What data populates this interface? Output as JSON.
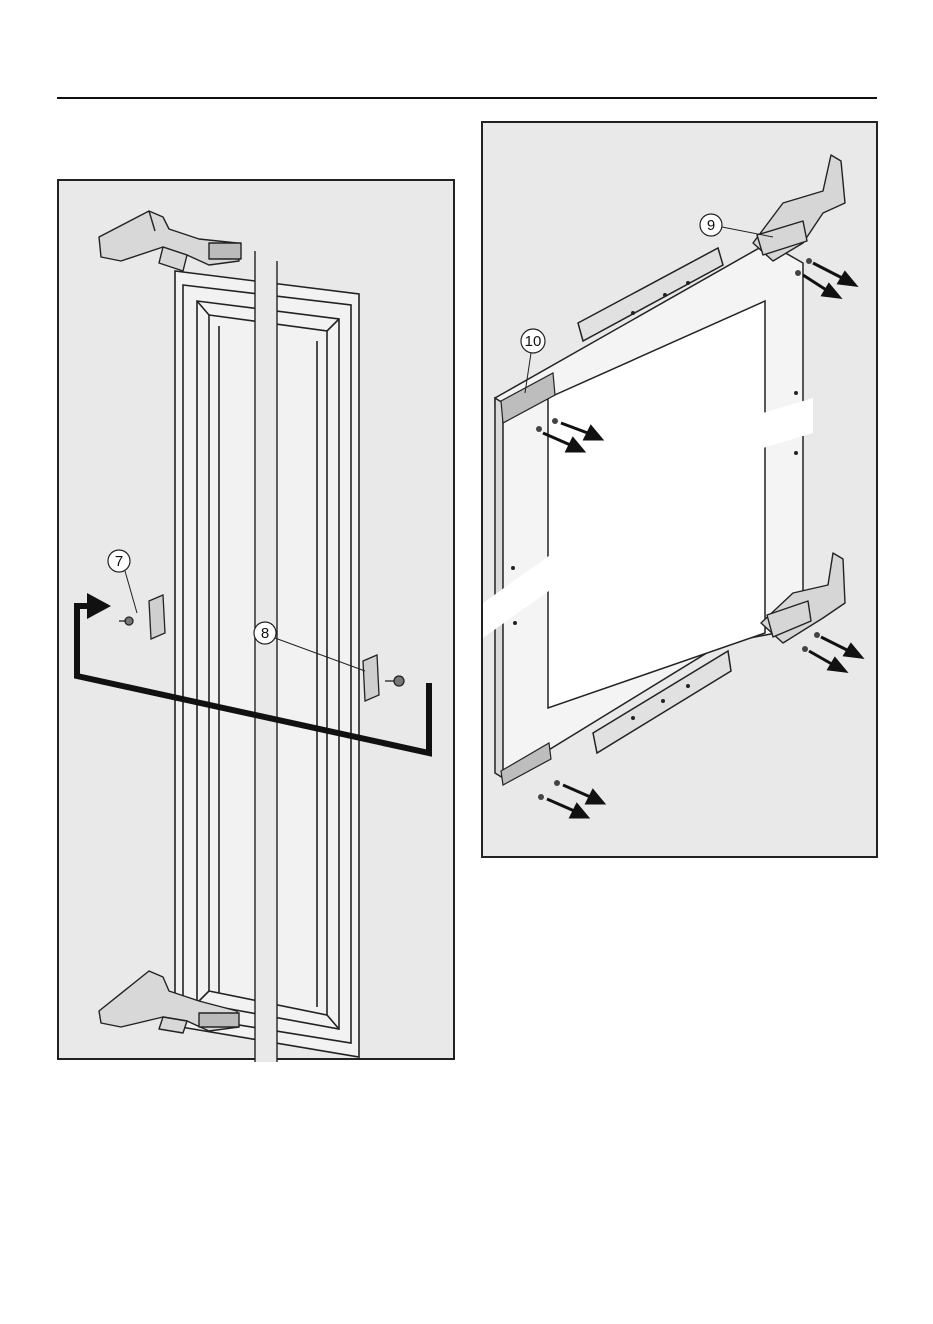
{
  "callouts": {
    "c7": "7",
    "c8": "8",
    "c9": "9",
    "c10": "10"
  }
}
